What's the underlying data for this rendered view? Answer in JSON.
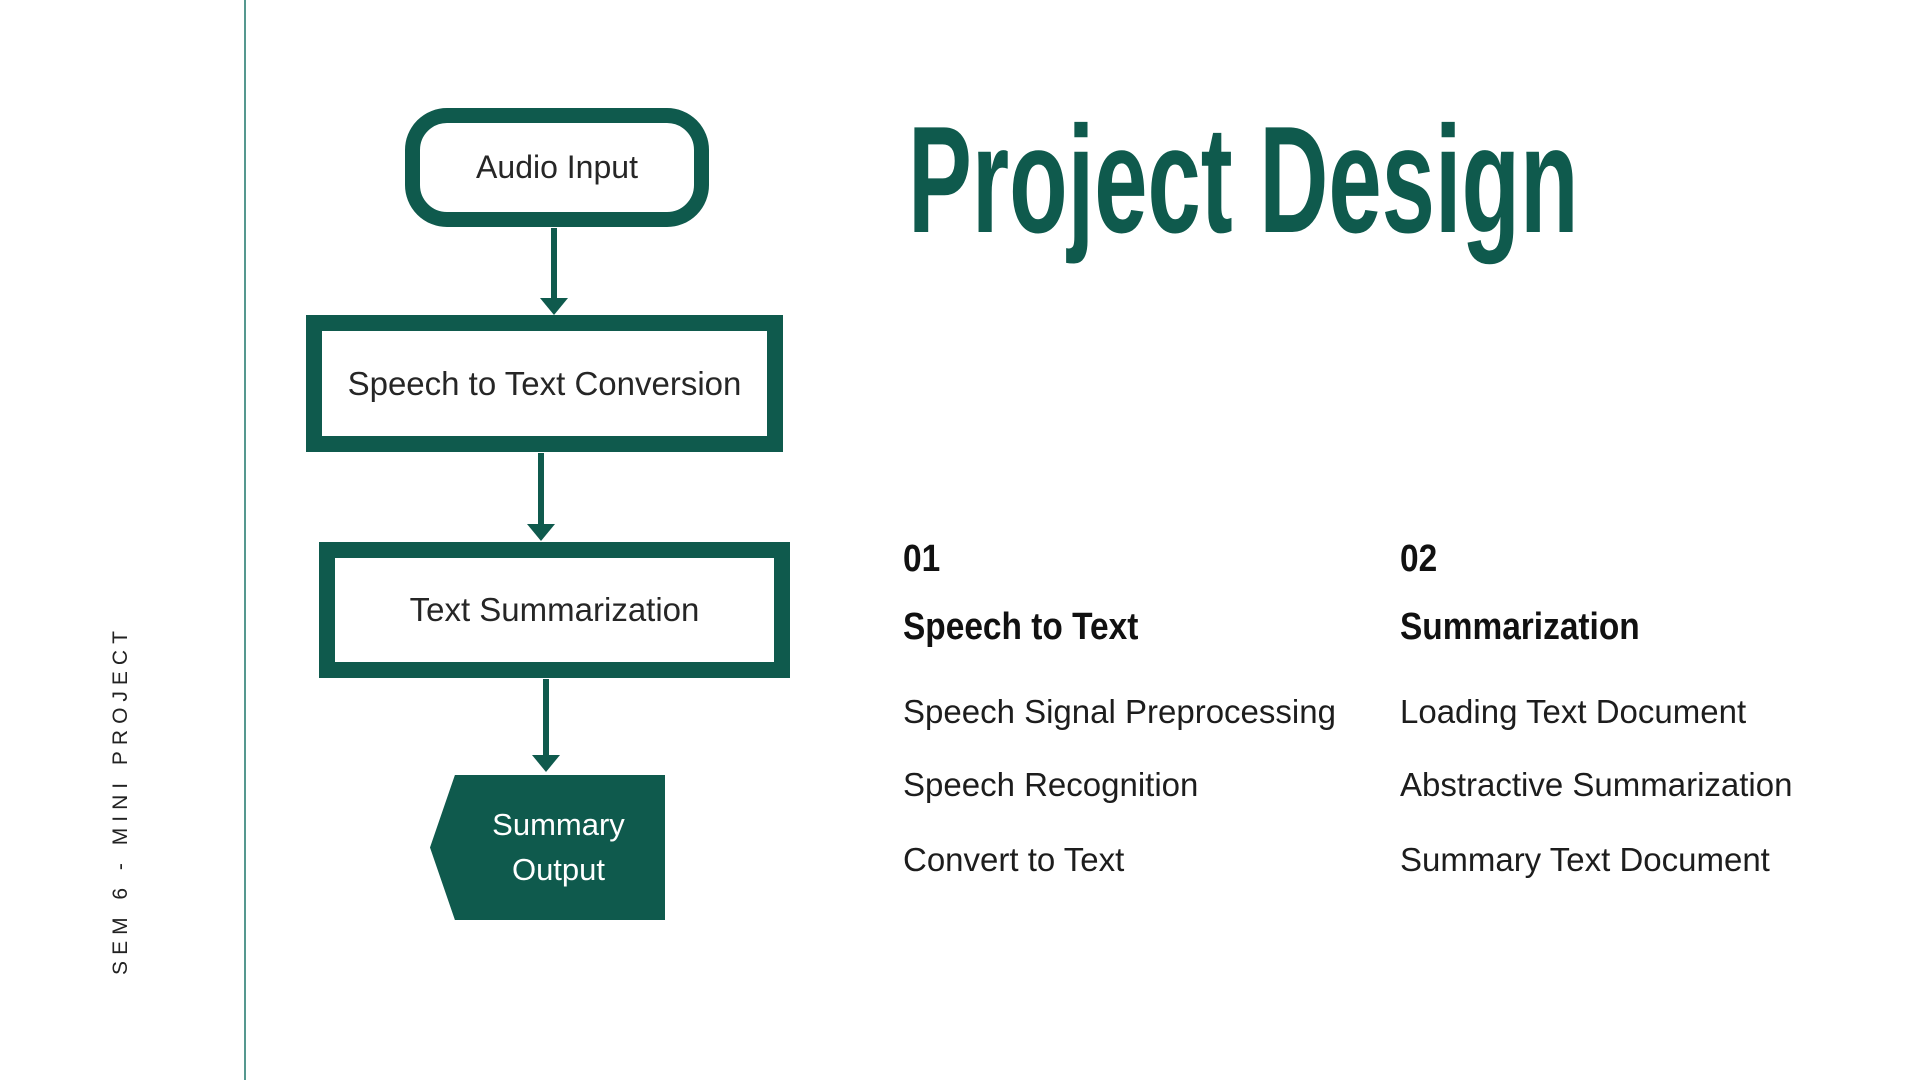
{
  "slide": {
    "vertical_label": "SEM 6 - MINI PROJECT",
    "title": "Project Design"
  },
  "flowchart": {
    "node_audio": "Audio Input",
    "node_stt": "Speech to Text Conversion",
    "node_summarization": "Text Summarization",
    "node_output_line1": "Summary",
    "node_output_line2": "Output"
  },
  "columns": [
    {
      "number": "01",
      "heading": "Speech to Text",
      "items": [
        "Speech Signal Preprocessing",
        "Speech Recognition",
        "Convert to Text"
      ]
    },
    {
      "number": "02",
      "heading": "Summarization",
      "items": [
        "Loading Text Document",
        "Abstractive Summarization",
        "Summary Text Document"
      ]
    }
  ],
  "colors": {
    "accent_green": "#0F5A4D",
    "divider_teal": "#55988F",
    "text_dark": "#1D1D1D"
  }
}
